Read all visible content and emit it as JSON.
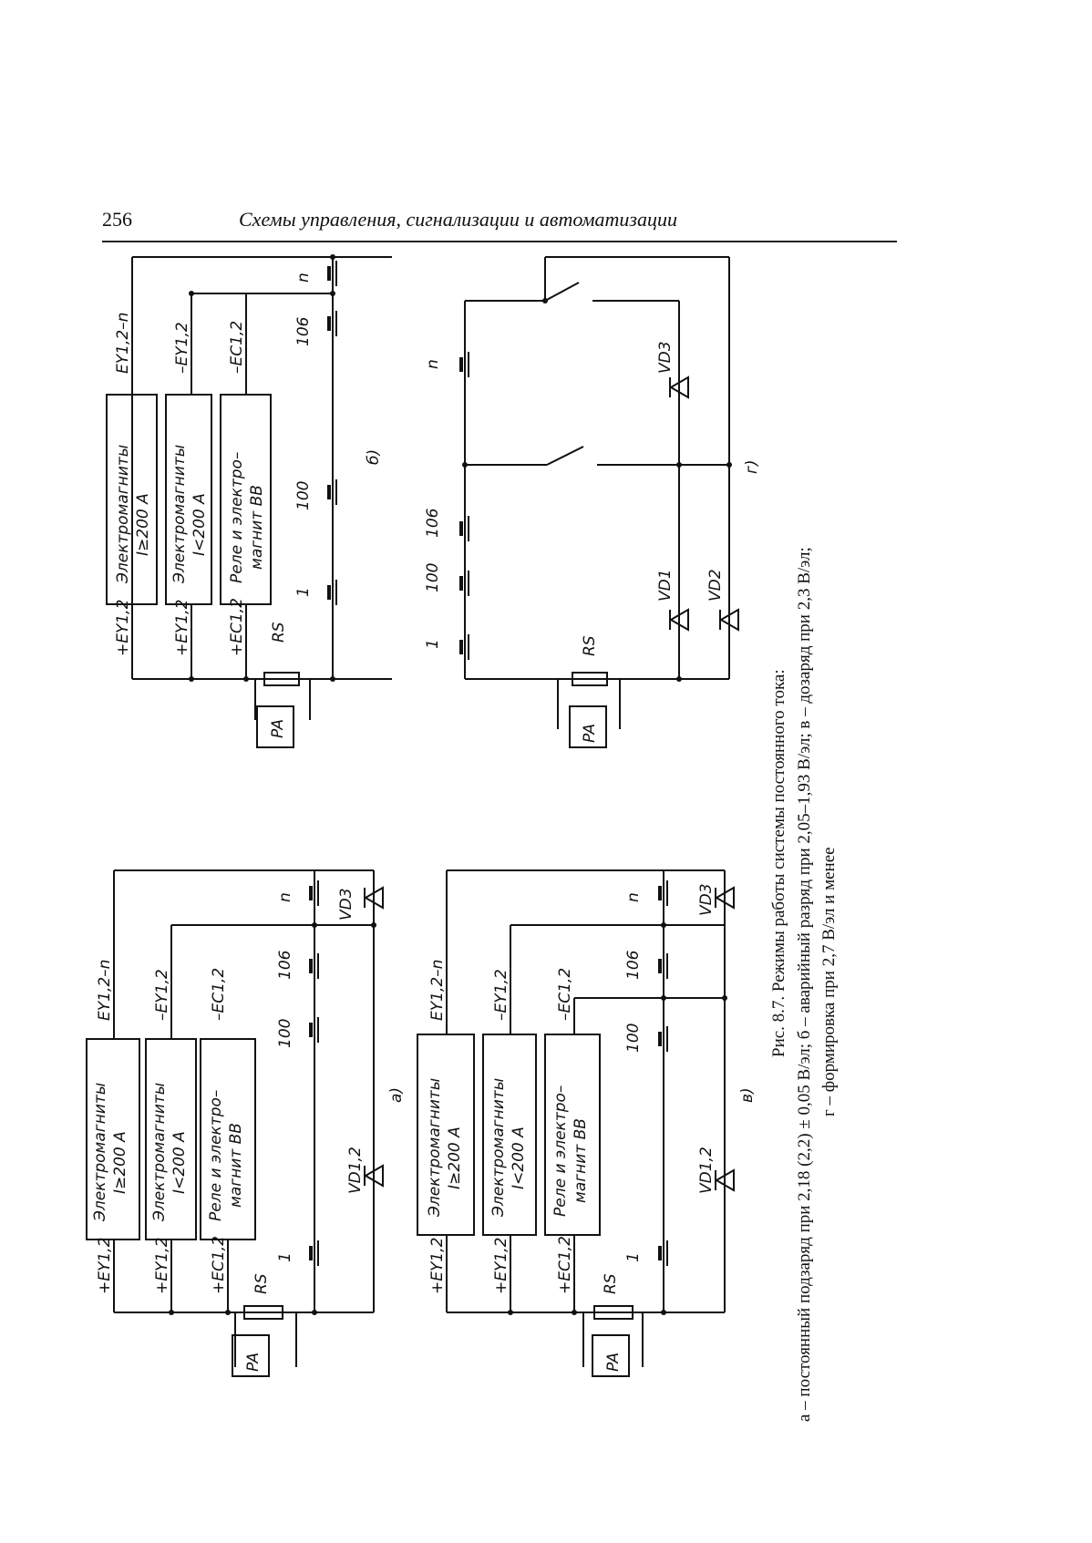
{
  "header": {
    "page_number": "256",
    "running_title": "Схемы управления, сигнализации и автоматизации"
  },
  "caption": {
    "line1": "Рис. 8.7. Режимы работы системы постоянного тока:",
    "line2": "а – постоянный подзаряд при 2,18 (2,2) ± 0,05 В/эл; б – аварийный разряд при 2,05–1,93 В/эл; в – дозаряд при 2,3 В/эл;",
    "line3": "г – формировка при 2,7 В/эл и менее"
  },
  "diagram_a": {
    "panel_label": "а)",
    "block1_l1": "Электромагниты",
    "block1_l2": "I≥200 А",
    "block2_l1": "Электромагниты",
    "block2_l2": "I<200 А",
    "block3_l1": "Реле и электро–",
    "block3_l2": "магнит ВВ",
    "plus_ey": "+EY1,2",
    "plus_ey2": "+EY1,2",
    "plus_ec": "+EC1,2",
    "minus_ey_n": "EY1,2–n",
    "minus_ey": "–EY1,2",
    "minus_ec": "–EC1,2",
    "rs": "RS",
    "pa": "PA",
    "cell1": "1",
    "cell100": "100",
    "cell106": "106",
    "celln": "n",
    "vd12": "VD1,2",
    "vd3": "VD3"
  },
  "diagram_b": {
    "panel_label": "б)",
    "block1_l1": "Электромагниты",
    "block1_l2": "I≥200 А",
    "block2_l1": "Электромагниты",
    "block2_l2": "I<200 А",
    "block3_l1": "Реле и электро–",
    "block3_l2": "магнит ВВ",
    "plus_ey": "+EY1,2",
    "plus_ey2": "+EY1,2",
    "plus_ec": "+EC1,2",
    "minus_ey_n": "EY1,2–n",
    "minus_ey": "–EY1,2",
    "minus_ec": "–EC1,2",
    "rs": "RS",
    "pa": "PA",
    "cell1": "1",
    "cell100": "100",
    "cell106": "106",
    "celln": "n"
  },
  "diagram_v": {
    "panel_label": "в)",
    "block1_l1": "Электромагниты",
    "block1_l2": "I≥200 А",
    "block2_l1": "Электромагниты",
    "block2_l2": "I<200 А",
    "block3_l1": "Реле и электро–",
    "block3_l2": "магнит ВВ",
    "plus_ey": "+EY1,2",
    "plus_ey2": "+EY1,2",
    "plus_ec": "+EC1,2",
    "minus_ey_n": "EY1,2–n",
    "minus_ey": "–EY1,2",
    "minus_ec": "–EC1,2",
    "rs": "RS",
    "pa": "PA",
    "cell1": "1",
    "cell100": "100",
    "cell106": "106",
    "celln": "n",
    "vd12": "VD1,2",
    "vd3": "VD3"
  },
  "diagram_g": {
    "panel_label": "г)",
    "rs": "RS",
    "pa": "PA",
    "cell1": "1",
    "cell100": "100",
    "cell106": "106",
    "celln": "n",
    "vd1": "VD1",
    "vd2": "VD2",
    "vd3": "VD3"
  }
}
